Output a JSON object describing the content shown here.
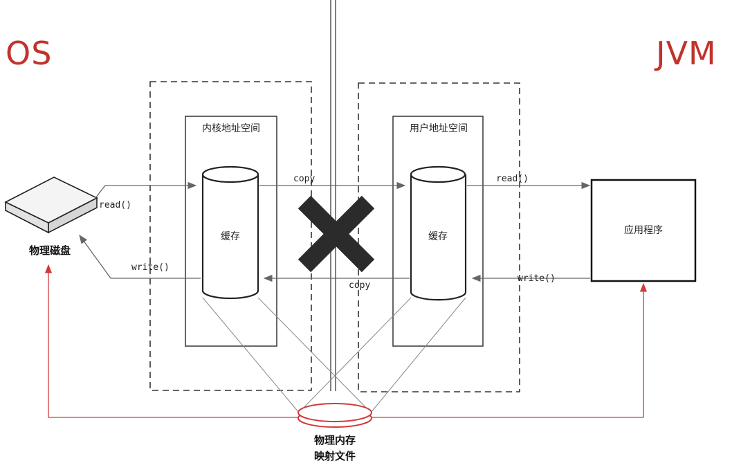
{
  "labels": {
    "left_side": "OS",
    "right_side": "JVM"
  },
  "kernel_space": {
    "title": "内核地址空间",
    "buffer": "缓存"
  },
  "user_space": {
    "title": "用户地址空间",
    "buffer": "缓存"
  },
  "disk": {
    "label": "物理磁盘"
  },
  "app": {
    "label": "应用程序"
  },
  "mmap": {
    "line1": "物理内存",
    "line2": "映射文件"
  },
  "arrows": {
    "disk_read": "read()",
    "disk_write": "write()",
    "copy_top": "copy",
    "copy_bottom": "copy",
    "app_read": "read()",
    "app_write": "write()"
  },
  "colors": {
    "side_label": "#c0322b",
    "mmap_red": "#d03a3a",
    "cross": "#2b2b2b"
  }
}
